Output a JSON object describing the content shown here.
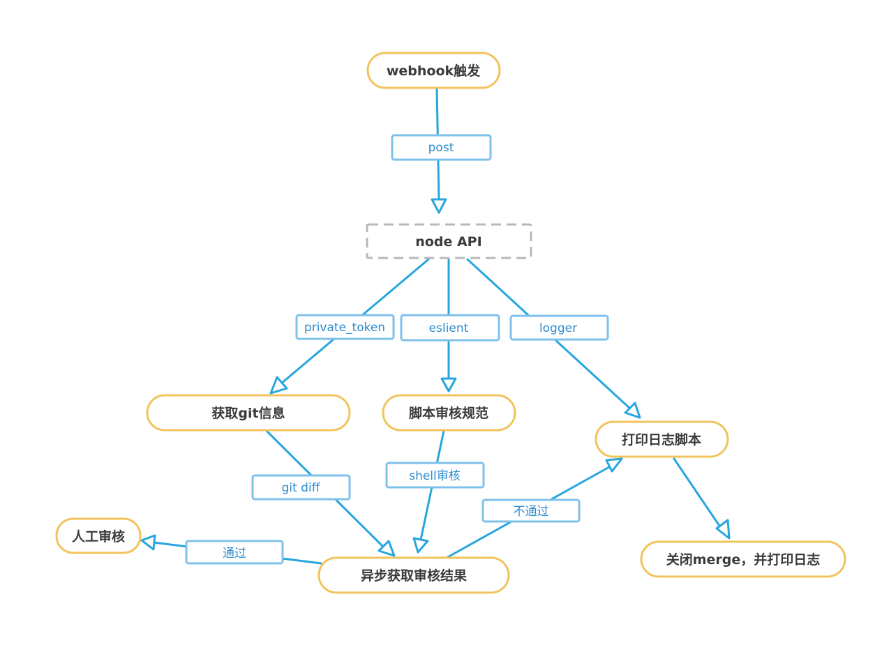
{
  "colors": {
    "node_border": "#f2c35c",
    "api_border": "#b8b8b8",
    "edge": "#27a6dd",
    "edge_label_border": "#7fc1ea",
    "edge_label_text": "#2d8ccf",
    "node_text": "#3a3a3a"
  },
  "nodes": {
    "webhook": "webhook触发",
    "node_api": "node API",
    "git_info": "获取git信息",
    "script_review": "脚本审核规范",
    "print_log_script": "打印日志脚本",
    "manual_review": "人工审核",
    "async_result": "异步获取审核结果",
    "close_merge": "关闭merge，并打印日志"
  },
  "edge_labels": {
    "post": "post",
    "private_token": "private_token",
    "eslient": "eslient",
    "logger": "logger",
    "git_diff": "git diff",
    "shell_review": "shell审核",
    "not_pass": "不通过",
    "pass": "通过"
  }
}
